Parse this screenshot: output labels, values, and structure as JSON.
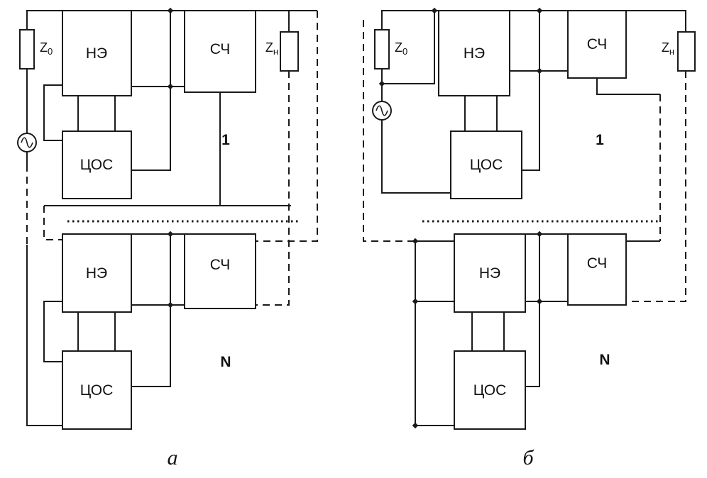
{
  "page": {
    "background": "#ffffff",
    "line_color": "#1a1a1a"
  },
  "panel_a": {
    "caption": "а",
    "section_top": "1",
    "section_bottom": "N",
    "z_source": {
      "base": "Z",
      "sub": "0"
    },
    "z_load": {
      "base": "Z",
      "sub": "н"
    },
    "blocks": {
      "ne_top": "НЭ",
      "sch_top": "СЧ",
      "cos_top": "ЦОС",
      "ne_bottom": "НЭ",
      "sch_bottom": "СЧ",
      "cos_bottom": "ЦОС"
    }
  },
  "panel_b": {
    "caption": "б",
    "section_top": "1",
    "section_bottom": "N",
    "z_source": {
      "base": "Z",
      "sub": "0"
    },
    "z_load": {
      "base": "Z",
      "sub": "н"
    },
    "blocks": {
      "ne_top": "НЭ",
      "sch_top": "СЧ",
      "cos_top": "ЦОС",
      "ne_bottom": "НЭ",
      "sch_bottom": "СЧ",
      "cos_bottom": "ЦОС"
    }
  }
}
